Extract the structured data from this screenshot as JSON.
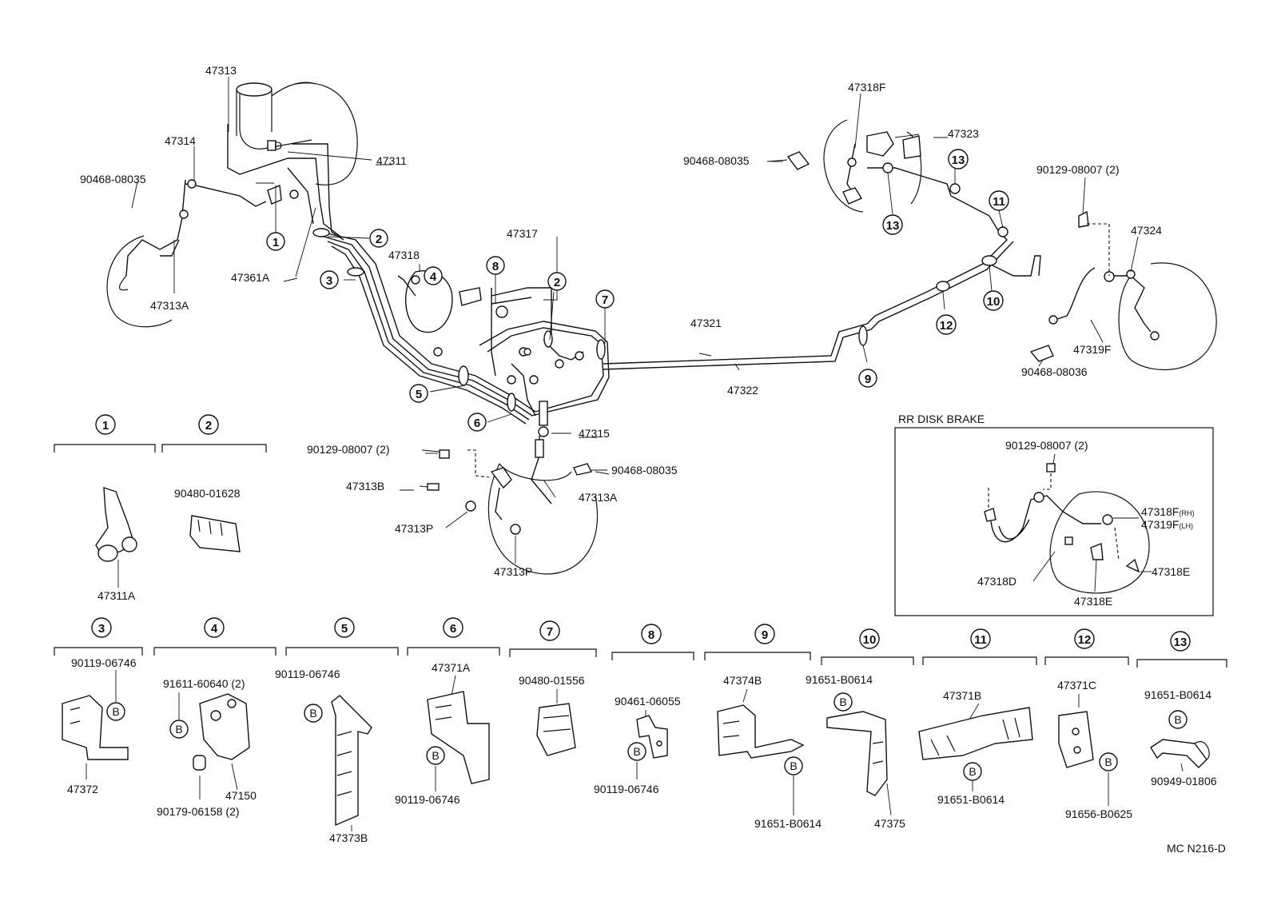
{
  "callouts": [
    "1",
    "2",
    "3",
    "4",
    "5",
    "6",
    "7",
    "8",
    "9",
    "10",
    "11",
    "12",
    "13"
  ],
  "labels": {
    "p47313": "47313",
    "p47314": "47314",
    "p47311": "47311",
    "p90468_a": "90468-08035",
    "p47361A": "47361A",
    "p47313A_top": "47313A",
    "p47318": "47318",
    "p47317": "47317",
    "p47321": "47321",
    "p47322": "47322",
    "p47315": "47315",
    "p90129_mid": "90129-08007 (2)",
    "p90468_mid": "90468-08035",
    "p47313B": "47313B",
    "p47313A_mid": "47313A",
    "p47313P_a": "47313P",
    "p47313P_b": "47313P",
    "p47318F": "47318F",
    "p47323": "47323",
    "p90468_r": "90468-08035",
    "p90129_r": "90129-08007 (2)",
    "p47324": "47324",
    "p47319F": "47319F",
    "p90468_r2": "90468-08036",
    "p47311A": "47311A",
    "p90480_01628": "90480-01628"
  },
  "rr_box": {
    "title": "RR DISK BRAKE",
    "p90129": "90129-08007 (2)",
    "p47318F": "47318F",
    "rh": "(RH)",
    "p47319F": "47319F",
    "lh": "(LH)",
    "p47318D": "47318D",
    "p47318E_a": "47318E",
    "p47318E_b": "47318E"
  },
  "details": {
    "d3": {
      "a": "90119-06746",
      "b": "47372"
    },
    "d4": {
      "a": "91611-60640 (2)",
      "b": "47150",
      "c": "90179-06158 (2)"
    },
    "d5": {
      "a": "90119-06746",
      "b": "47373B"
    },
    "d6": {
      "a": "47371A",
      "b": "90119-06746"
    },
    "d7": {
      "a": "90480-01556"
    },
    "d8": {
      "a": "90461-06055",
      "b": "90119-06746"
    },
    "d9": {
      "a": "47374B",
      "b": "91651-B0614"
    },
    "d10": {
      "a": "91651-B0614",
      "b": "47375"
    },
    "d11": {
      "a": "47371B",
      "b": "91651-B0614"
    },
    "d12": {
      "a": "47371C",
      "b": "91656-B0625"
    },
    "d13": {
      "a": "91651-B0614",
      "b": "90949-01806"
    }
  },
  "bolt_mark": "B",
  "diagram_code": "MC N216-D"
}
